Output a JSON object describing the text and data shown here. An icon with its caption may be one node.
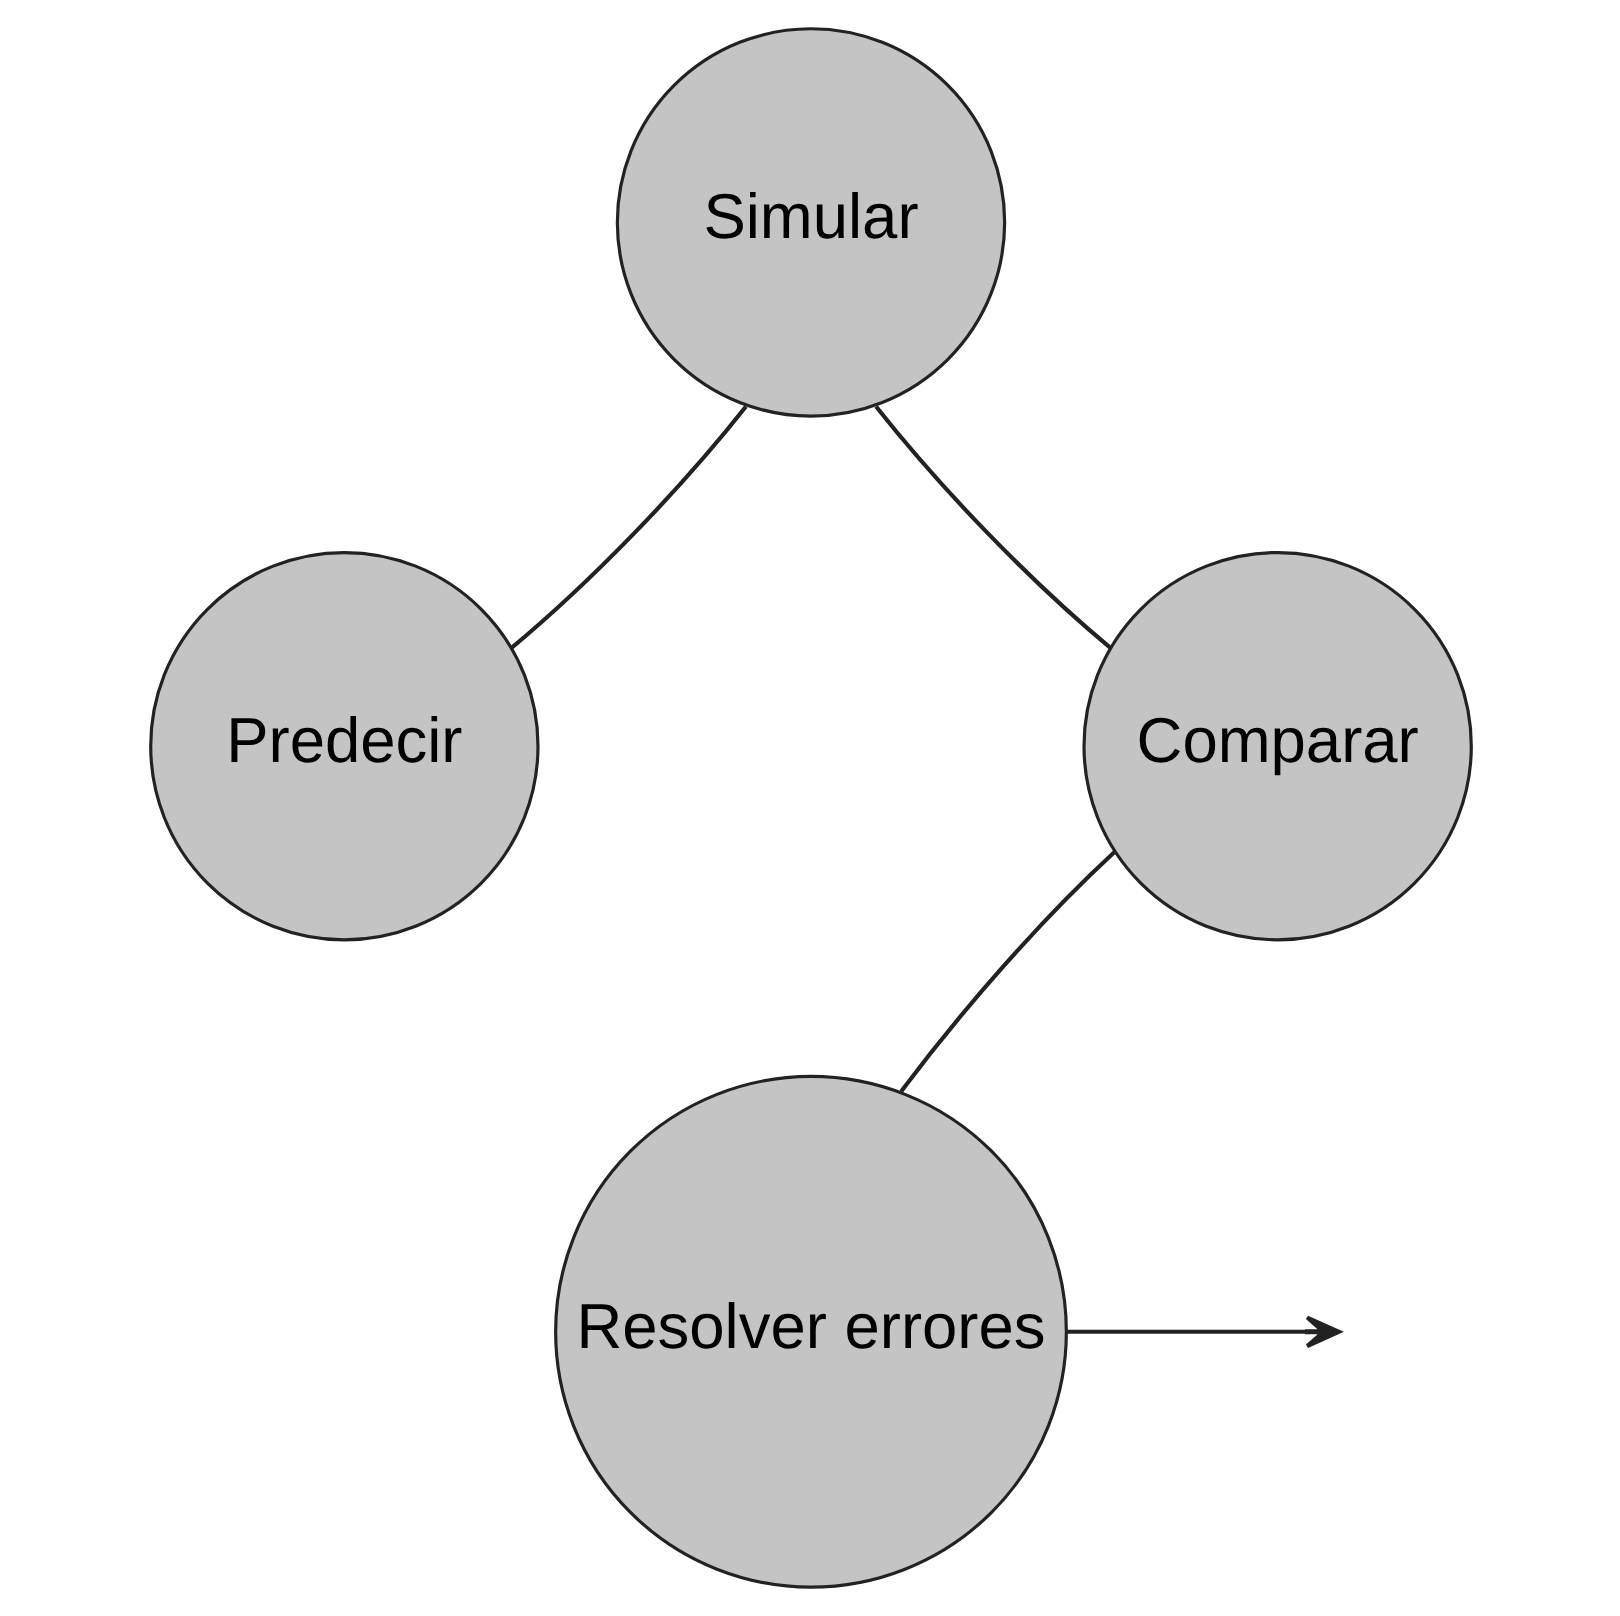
{
  "diagram": {
    "nodes": [
      {
        "text": [
          "Simular"
        ]
      },
      {
        "text": [
          "Predecir"
        ]
      },
      {
        "text": [
          "Comparar"
        ]
      },
      {
        "text": [
          "Resolver errores"
        ]
      }
    ],
    "edges": [
      {
        "from": 1,
        "to": 0,
        "arrow": "none"
      },
      {
        "from": 0,
        "to": 2,
        "arrow": "none"
      },
      {
        "from": 2,
        "to": 3,
        "arrow": "none"
      },
      {
        "from": 3,
        "to": null,
        "arrow": "to"
      }
    ]
  }
}
